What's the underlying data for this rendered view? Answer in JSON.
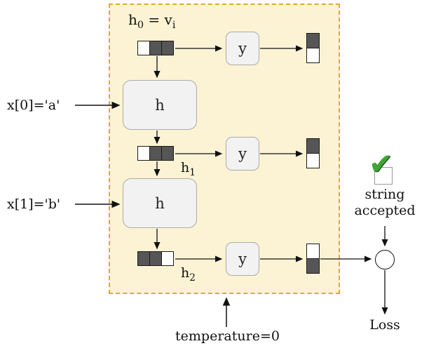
{
  "diagram": {
    "equation": {
      "base": "h",
      "sub": "0",
      "mid": " = v",
      "sub2": "i"
    },
    "x0_label": "x[0]='a'",
    "x1_label": "x[1]='b'",
    "h_label": "h",
    "y_label": "y",
    "h1": {
      "base": "h",
      "sub": "1"
    },
    "h2": {
      "base": "h",
      "sub": "2"
    },
    "check_glyph": "✔",
    "string_accepted_line1": "string",
    "string_accepted_line2": "accepted",
    "loss_label": "Loss",
    "temperature_label": "temperature=0",
    "vectors": {
      "hidden0": [
        "light",
        "dark",
        "dark"
      ],
      "hidden1": [
        "light",
        "dark",
        "dark"
      ],
      "hidden2": [
        "dark",
        "dark",
        "light"
      ],
      "output0": [
        "dark",
        "light"
      ],
      "output1": [
        "dark",
        "light"
      ],
      "output2": [
        "light",
        "dark"
      ]
    },
    "colors": {
      "panel_bg": "#fcf3d4",
      "panel_border": "#e0a92c",
      "box_bg": "#f2f2f2",
      "box_border": "#ababab",
      "cell_dark": "#565656",
      "check_green": "#3fa535"
    }
  }
}
